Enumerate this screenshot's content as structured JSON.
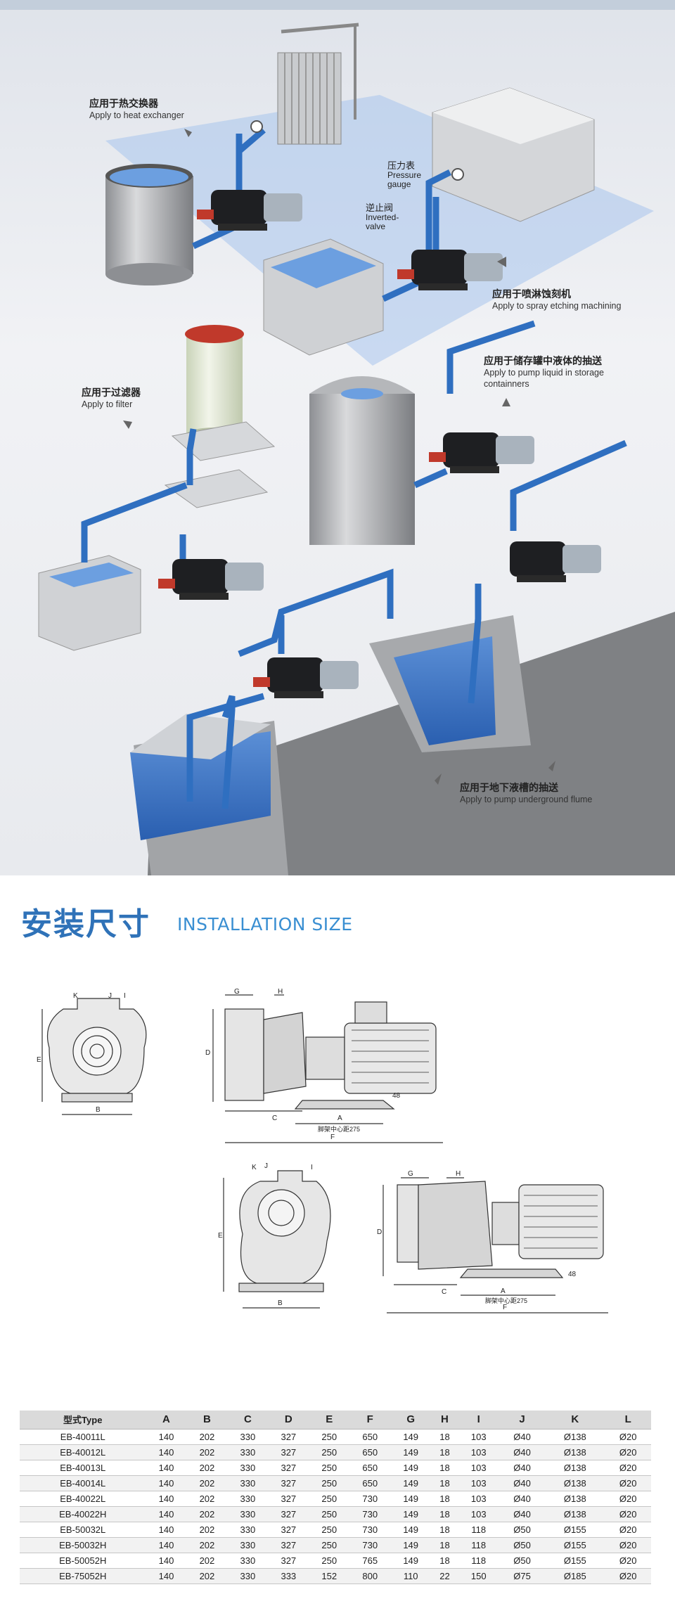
{
  "scene": {
    "labels": [
      {
        "id": "heat-exchanger",
        "zh": "应用于热交换器",
        "en": "Apply to heat exchanger"
      },
      {
        "id": "spray-etching",
        "zh": "应用于喷淋蚀刻机",
        "en": "Apply to spray etching machining"
      },
      {
        "id": "storage",
        "zh": "应用于储存罐中液体的抽送",
        "en": "Apply to pump liquid in storage containners"
      },
      {
        "id": "filter",
        "zh": "应用于过滤器",
        "en": "Apply to filter"
      },
      {
        "id": "flume",
        "zh": "应用于地下液槽的抽送",
        "en": "Apply to pump underground flume"
      }
    ],
    "pressure_gauge": {
      "zh": "压力表",
      "en1": "Pressure",
      "en2": "gauge"
    },
    "inverted_valve": {
      "zh": "逆止阀",
      "en1": "Inverted-",
      "en2": "valve"
    }
  },
  "section": {
    "title_zh": "安装尺寸",
    "title_en": "INSTALLATION SIZE"
  },
  "drawing_labels": {
    "K": "K",
    "J": "J",
    "I": "I",
    "B": "B",
    "E": "E",
    "G": "G",
    "H": "H",
    "D": "D",
    "C": "C",
    "A": "A",
    "F": "F",
    "d48": "48",
    "foot": "脚架中心距275"
  },
  "table": {
    "headers": [
      "型式Type",
      "A",
      "B",
      "C",
      "D",
      "E",
      "F",
      "G",
      "H",
      "I",
      "J",
      "K",
      "L"
    ],
    "rows": [
      [
        "EB-40011L",
        "140",
        "202",
        "330",
        "327",
        "250",
        "650",
        "149",
        "18",
        "103",
        "Ø40",
        "Ø138",
        "Ø20"
      ],
      [
        "EB-40012L",
        "140",
        "202",
        "330",
        "327",
        "250",
        "650",
        "149",
        "18",
        "103",
        "Ø40",
        "Ø138",
        "Ø20"
      ],
      [
        "EB-40013L",
        "140",
        "202",
        "330",
        "327",
        "250",
        "650",
        "149",
        "18",
        "103",
        "Ø40",
        "Ø138",
        "Ø20"
      ],
      [
        "EB-40014L",
        "140",
        "202",
        "330",
        "327",
        "250",
        "650",
        "149",
        "18",
        "103",
        "Ø40",
        "Ø138",
        "Ø20"
      ],
      [
        "EB-40022L",
        "140",
        "202",
        "330",
        "327",
        "250",
        "730",
        "149",
        "18",
        "103",
        "Ø40",
        "Ø138",
        "Ø20"
      ],
      [
        "EB-40022H",
        "140",
        "202",
        "330",
        "327",
        "250",
        "730",
        "149",
        "18",
        "103",
        "Ø40",
        "Ø138",
        "Ø20"
      ],
      [
        "EB-50032L",
        "140",
        "202",
        "330",
        "327",
        "250",
        "730",
        "149",
        "18",
        "118",
        "Ø50",
        "Ø155",
        "Ø20"
      ],
      [
        "EB-50032H",
        "140",
        "202",
        "330",
        "327",
        "250",
        "730",
        "149",
        "18",
        "118",
        "Ø50",
        "Ø155",
        "Ø20"
      ],
      [
        "EB-50052H",
        "140",
        "202",
        "330",
        "327",
        "250",
        "765",
        "149",
        "18",
        "118",
        "Ø50",
        "Ø155",
        "Ø20"
      ],
      [
        "EB-75052H",
        "140",
        "202",
        "330",
        "333",
        "152",
        "800",
        "110",
        "22",
        "150",
        "Ø75",
        "Ø185",
        "Ø20"
      ]
    ]
  }
}
